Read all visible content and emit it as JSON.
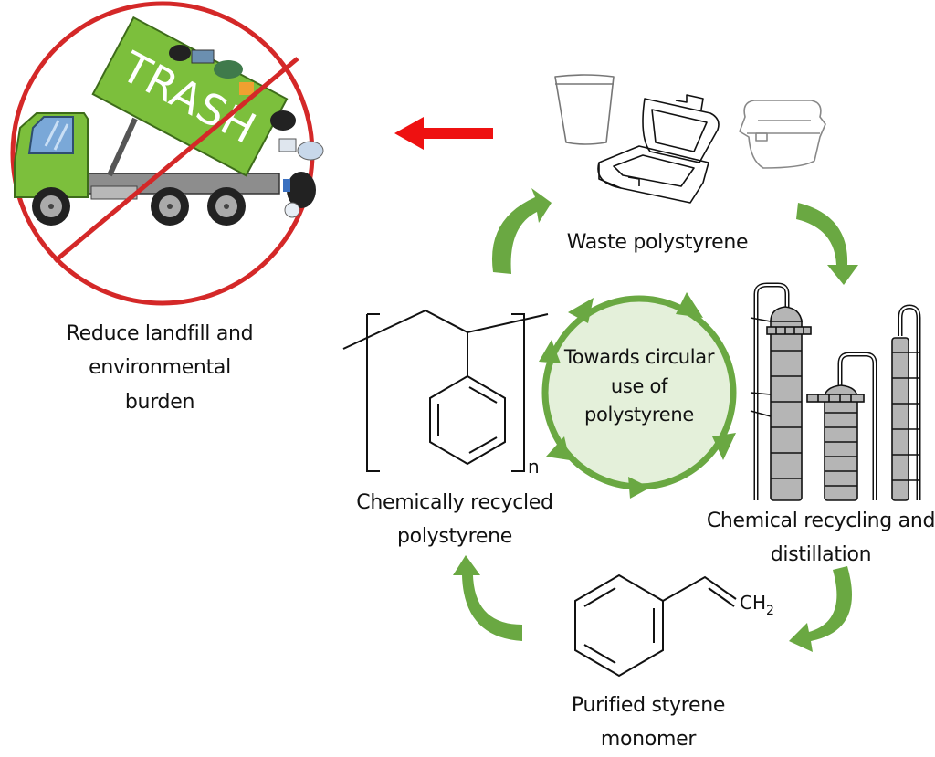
{
  "colors": {
    "accent_green": "#6aa842",
    "light_green_fill": "#e4f0da",
    "forbidden_red": "#d42828",
    "arrow_red": "#ee1111",
    "truck_green": "#7cbf3c",
    "column_gray": "#b5b5b5",
    "ink": "#111111"
  },
  "landfill": {
    "truck_sign_text": "TRASH",
    "caption_lines": [
      "Reduce landfill and",
      "environmental",
      "burden"
    ]
  },
  "cycle": {
    "center_lines": [
      "Towards circular",
      "use of",
      "polystyrene"
    ],
    "stages": [
      {
        "id": "waste",
        "lines": [
          "Waste polystyrene"
        ]
      },
      {
        "id": "recycling",
        "lines": [
          "Chemical recycling and",
          "distillation"
        ]
      },
      {
        "id": "monomer",
        "lines": [
          "Purified styrene",
          "monomer"
        ]
      },
      {
        "id": "recycled",
        "lines": [
          "Chemically recycled",
          "polystyrene"
        ]
      }
    ]
  },
  "chemistry": {
    "monomer_group": "CH",
    "monomer_group_subscript": "2",
    "polymer_repeat_subscript": "n"
  }
}
